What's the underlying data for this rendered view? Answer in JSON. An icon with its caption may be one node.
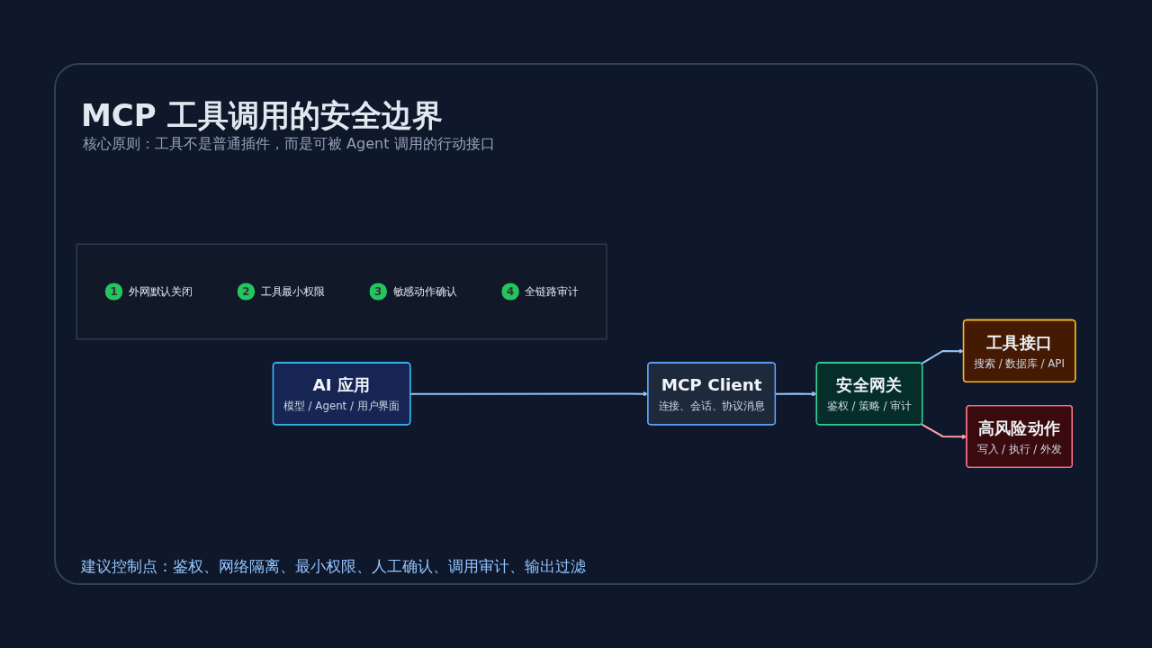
{
  "diagram": {
    "title": "MCP 工具调用的安全边界",
    "nodes": [
      {
        "text": [
          "AI 应用",
          "模型 / Agent / 用户界面"
        ]
      },
      {
        "text": [
          "MCP Client",
          "连接、会话、协议消息"
        ]
      },
      {
        "text": [
          "安全网关",
          "鉴权 / 策略 / 审计"
        ]
      },
      {
        "text": [
          "工具接口",
          "搜索 / 数据库 / API"
        ]
      },
      {
        "text": [
          "高风险动作",
          "写入 / 执行 / 外发"
        ]
      },
      {
        "text": [],
        "shape": "box"
      },
      {
        "text": [
          "1"
        ],
        "beside": [
          "外网默认关闭"
        ],
        "in": 5
      },
      {
        "text": [
          "2"
        ],
        "beside": [
          "工具最小权限"
        ],
        "in": 5
      },
      {
        "text": [
          "3"
        ],
        "beside": [
          "敏感动作确认"
        ],
        "in": 5
      },
      {
        "text": [
          "4"
        ],
        "beside": [
          "全链路审计"
        ],
        "in": 5
      }
    ],
    "edges": [
      {
        "from": 0,
        "to": 1,
        "arrow": "to"
      },
      {
        "from": 1,
        "to": 2,
        "arrow": "to"
      },
      {
        "from": 2,
        "to": 3,
        "arrow": "to"
      },
      {
        "from": 2,
        "to": 4,
        "arrow": "to",
        "color": "#fda4af"
      }
    ],
    "labels": [
      "核心原则：工具不是普通插件，而是可被 Agent 调用的行动接口",
      "建议控制点：鉴权、网络隔离、最小权限、人工确认、调用审计、输出过滤"
    ]
  }
}
